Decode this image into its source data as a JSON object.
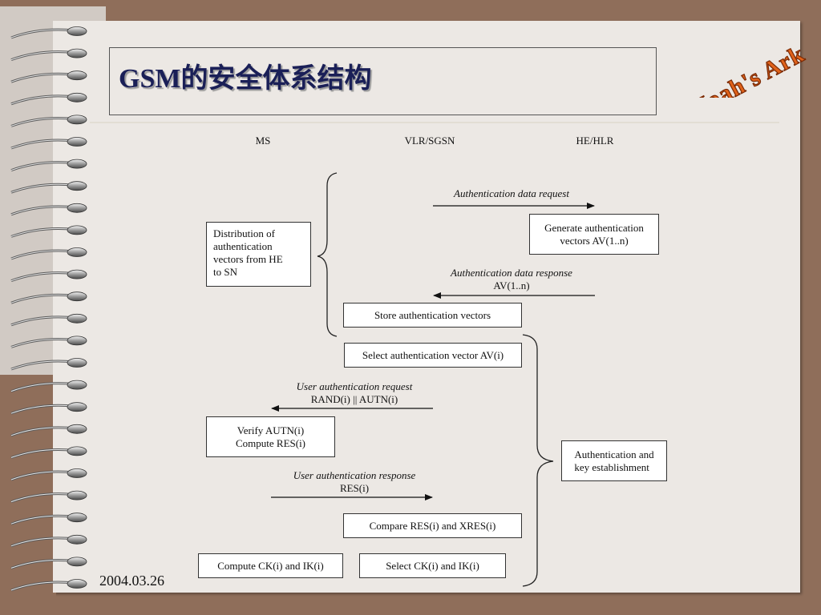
{
  "slide": {
    "title": "GSM的安全体系结构",
    "logo_text": "Noah's Ark",
    "date": "2004.03.26"
  },
  "columns": {
    "ms": "MS",
    "vlr": "VLR/SGSN",
    "he": "HE/HLR"
  },
  "boxes": {
    "distribution": [
      "Distribution of",
      "authentication",
      "vectors  from HE",
      "to SN"
    ],
    "generate": [
      "Generate authentication",
      "vectors AV(1..n)"
    ],
    "store": "Store authentication vectors",
    "select_av": "Select authentication vector AV(i)",
    "verify": [
      "Verify AUTN(i)",
      "Compute RES(i)"
    ],
    "auth_key": [
      "Authentication and",
      "key establishment"
    ],
    "compare": "Compare RES(i) and XRES(i)",
    "compute_ck": "Compute CK(i) and IK(i)",
    "select_ck": "Select CK(i) and IK(i)"
  },
  "messages": {
    "auth_data_request": "Authentication data request",
    "auth_data_response": "Authentication data response",
    "auth_data_response_param": "AV(1..n)",
    "user_auth_request": "User authentication request",
    "user_auth_request_param": "RAND(i) || AUTN(i)",
    "user_auth_response": "User authentication response",
    "user_auth_response_param": "RES(i)"
  }
}
